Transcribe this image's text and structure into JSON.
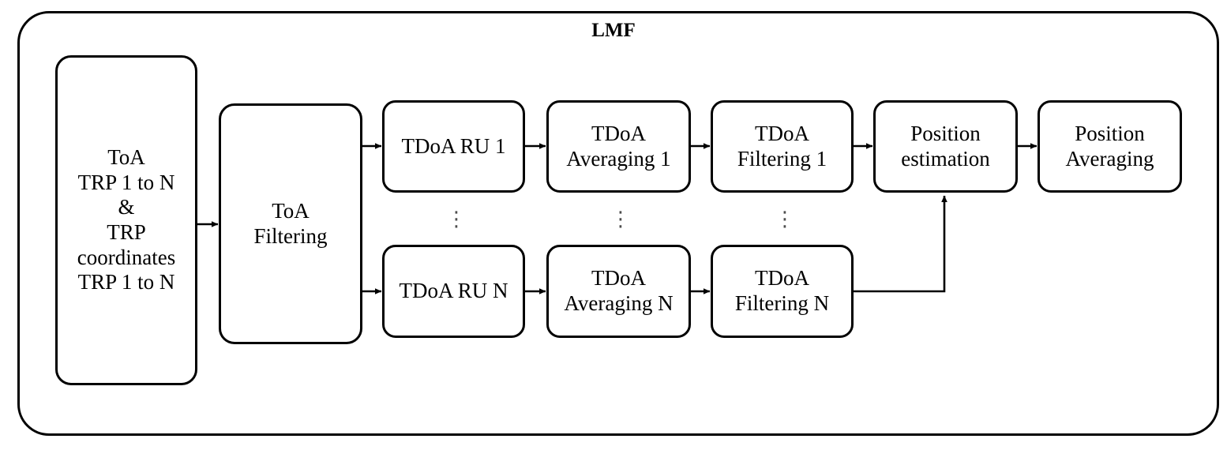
{
  "diagram": {
    "type": "block-flow-diagram",
    "frame": {
      "title": "LMF",
      "name": "lmf-boundary"
    },
    "nodes": {
      "input": "ToA\nTRP 1 to N\n&\nTRP\ncoordinates\nTRP 1 to N",
      "toa_filtering": "ToA\nFiltering",
      "tdoa_ru_1": "TDoA RU 1",
      "tdoa_averaging_1": "TDoA\nAveraging 1",
      "tdoa_filtering_1": "TDoA\nFiltering 1",
      "tdoa_ru_n": "TDoA RU N",
      "tdoa_averaging_n": "TDoA\nAveraging N",
      "tdoa_filtering_n": "TDoA\nFiltering N",
      "position_estimation": "Position\nestimation",
      "position_averaging": "Position\nAveraging"
    },
    "ellipsis": {
      "glyph": "⋮",
      "count": 3,
      "meaning": "repeated branches between branch 1 and branch N"
    },
    "colors": {
      "stroke": "#000000",
      "fill": "#ffffff",
      "text": "#000000",
      "ellipsis": "#4c4c4c"
    },
    "edges": [
      {
        "from": "input",
        "to": "toa_filtering"
      },
      {
        "from": "toa_filtering",
        "to": "tdoa_ru_1"
      },
      {
        "from": "toa_filtering",
        "to": "tdoa_ru_n"
      },
      {
        "from": "tdoa_ru_1",
        "to": "tdoa_averaging_1"
      },
      {
        "from": "tdoa_averaging_1",
        "to": "tdoa_filtering_1"
      },
      {
        "from": "tdoa_filtering_1",
        "to": "position_estimation"
      },
      {
        "from": "tdoa_ru_n",
        "to": "tdoa_averaging_n"
      },
      {
        "from": "tdoa_averaging_n",
        "to": "tdoa_filtering_n"
      },
      {
        "from": "tdoa_filtering_n",
        "to": "position_estimation"
      },
      {
        "from": "position_estimation",
        "to": "position_averaging"
      }
    ]
  }
}
